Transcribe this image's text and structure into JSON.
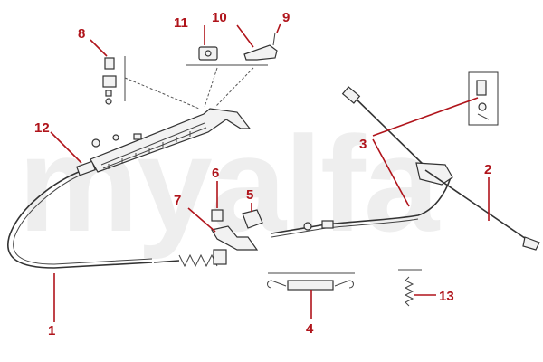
{
  "watermark": "myalfa",
  "callouts": [
    {
      "id": "1",
      "label": "1"
    },
    {
      "id": "2",
      "label": "2"
    },
    {
      "id": "3",
      "label": "3"
    },
    {
      "id": "4",
      "label": "4"
    },
    {
      "id": "5",
      "label": "5"
    },
    {
      "id": "6",
      "label": "6"
    },
    {
      "id": "7",
      "label": "7"
    },
    {
      "id": "8",
      "label": "8"
    },
    {
      "id": "9",
      "label": "9"
    },
    {
      "id": "10",
      "label": "10"
    },
    {
      "id": "11",
      "label": "11"
    },
    {
      "id": "12",
      "label": "12"
    },
    {
      "id": "13",
      "label": "13"
    }
  ],
  "colors": {
    "callout": "#b0141b",
    "line_art": "#333333",
    "watermark": "#eeeeee"
  }
}
